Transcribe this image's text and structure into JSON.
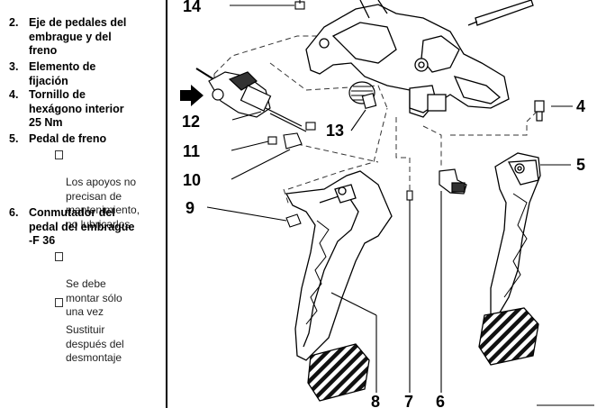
{
  "legend": {
    "items": [
      {
        "num": "2.",
        "text": "Eje de pedales del\nembrague y del\nfreno"
      },
      {
        "num": "3.",
        "text": "Elemento de\nfijación"
      },
      {
        "num": "4.",
        "text": "Tornillo de\nhexágono interior\n25 Nm"
      },
      {
        "num": "5.",
        "text": "Pedal de freno"
      },
      {
        "num": "6.",
        "text": "Conmutador del\npedal del embrague\n-F 36"
      }
    ],
    "notes": [
      {
        "text": "Los apoyos no\nprecisan de\nmantenimiento,\nno lubricarlos"
      },
      {
        "text": "Se debe\nmontar sólo\nuna vez"
      },
      {
        "text": "Sustituir\ndespués del\ndesmontaje"
      }
    ]
  },
  "diagram": {
    "labels": {
      "l14": "14",
      "l4": "4",
      "l5": "5",
      "l12": "12",
      "l13": "13",
      "l11": "11",
      "l10": "10",
      "l9": "9",
      "l8": "8",
      "l7": "7",
      "l6": "6"
    }
  }
}
